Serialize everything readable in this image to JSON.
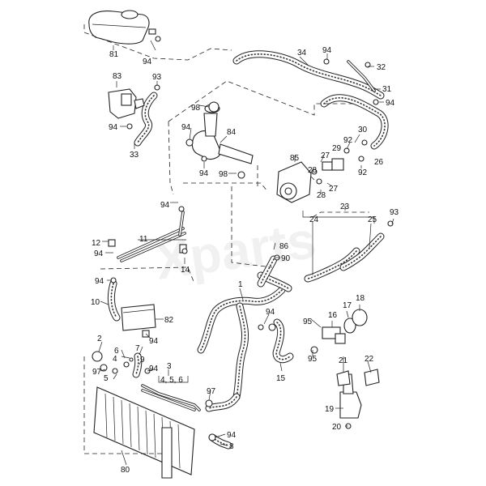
{
  "watermark": "Xparts",
  "parts": [
    {
      "id": "p81",
      "text": "81"
    },
    {
      "id": "p94a",
      "text": "94"
    },
    {
      "id": "p34",
      "text": "34"
    },
    {
      "id": "p94b",
      "text": "94"
    },
    {
      "id": "p32",
      "text": "32"
    },
    {
      "id": "p31",
      "text": "31"
    },
    {
      "id": "p94c",
      "text": "94"
    },
    {
      "id": "p83",
      "text": "83"
    },
    {
      "id": "p93a",
      "text": "93"
    },
    {
      "id": "p98a",
      "text": "98"
    },
    {
      "id": "p94d",
      "text": "94"
    },
    {
      "id": "p84",
      "text": "84"
    },
    {
      "id": "p94e",
      "text": "94"
    },
    {
      "id": "p33",
      "text": "33"
    },
    {
      "id": "p94f",
      "text": "94"
    },
    {
      "id": "p98b",
      "text": "98"
    },
    {
      "id": "p30",
      "text": "30"
    },
    {
      "id": "p92a",
      "text": "92"
    },
    {
      "id": "p29",
      "text": "29"
    },
    {
      "id": "p27a",
      "text": "27"
    },
    {
      "id": "p85",
      "text": "85"
    },
    {
      "id": "p28a",
      "text": "28"
    },
    {
      "id": "p92b",
      "text": "92"
    },
    {
      "id": "p26",
      "text": "26"
    },
    {
      "id": "p28b",
      "text": "28"
    },
    {
      "id": "p27b",
      "text": "27"
    },
    {
      "id": "p23",
      "text": "23"
    },
    {
      "id": "p24",
      "text": "24"
    },
    {
      "id": "p25",
      "text": "25"
    },
    {
      "id": "p93b",
      "text": "93"
    },
    {
      "id": "p94g",
      "text": "94"
    },
    {
      "id": "p11",
      "text": "11"
    },
    {
      "id": "p12",
      "text": "12"
    },
    {
      "id": "p94h",
      "text": "94"
    },
    {
      "id": "p14",
      "text": "14"
    },
    {
      "id": "p86",
      "text": "86"
    },
    {
      "id": "p90",
      "text": "90"
    },
    {
      "id": "p94i",
      "text": "94"
    },
    {
      "id": "p1",
      "text": "1"
    },
    {
      "id": "p10",
      "text": "10"
    },
    {
      "id": "p82",
      "text": "82"
    },
    {
      "id": "p94j",
      "text": "94"
    },
    {
      "id": "p18",
      "text": "18"
    },
    {
      "id": "p17",
      "text": "17"
    },
    {
      "id": "p16",
      "text": "16"
    },
    {
      "id": "p95a",
      "text": "95"
    },
    {
      "id": "p94k",
      "text": "94"
    },
    {
      "id": "p2",
      "text": "2"
    },
    {
      "id": "p6",
      "text": "6"
    },
    {
      "id": "p4",
      "text": "4"
    },
    {
      "id": "p7",
      "text": "7"
    },
    {
      "id": "p9",
      "text": "9"
    },
    {
      "id": "p3",
      "text": "3"
    },
    {
      "id": "p456",
      "text": "4, 5, 6"
    },
    {
      "id": "p97a",
      "text": "97"
    },
    {
      "id": "p5",
      "text": "5"
    },
    {
      "id": "p94l",
      "text": "94"
    },
    {
      "id": "p95b",
      "text": "95"
    },
    {
      "id": "p15",
      "text": "15"
    },
    {
      "id": "p21",
      "text": "21"
    },
    {
      "id": "p22",
      "text": "22"
    },
    {
      "id": "p97b",
      "text": "97"
    },
    {
      "id": "p19",
      "text": "19"
    },
    {
      "id": "p20",
      "text": "20"
    },
    {
      "id": "p94m",
      "text": "94"
    },
    {
      "id": "p8",
      "text": "8"
    },
    {
      "id": "p80",
      "text": "80"
    }
  ]
}
